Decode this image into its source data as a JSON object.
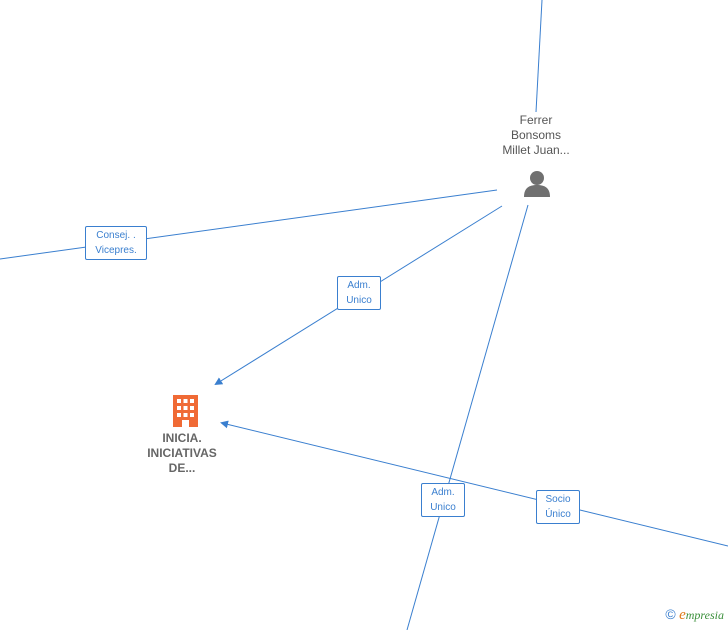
{
  "person": {
    "name_lines": [
      "Ferrer",
      "Bonsoms",
      "Millet Juan..."
    ],
    "icon": "person-icon"
  },
  "company": {
    "name_lines": [
      "INICIA.",
      "INICIATIVAS",
      "DE..."
    ],
    "icon": "building-icon",
    "color": "#f06a35"
  },
  "edge_labels": [
    {
      "lines": [
        "Consej. .",
        "Vicepres."
      ]
    },
    {
      "lines": [
        "Adm.",
        "Unico"
      ]
    },
    {
      "lines": [
        "Adm.",
        "Unico"
      ]
    },
    {
      "lines": [
        "Socio",
        "Único"
      ]
    }
  ],
  "brand": {
    "copyright": "©",
    "first_letter": "e",
    "rest": "mpresia"
  },
  "colors": {
    "edge": "#3a7fcf",
    "person_icon": "#707070"
  }
}
